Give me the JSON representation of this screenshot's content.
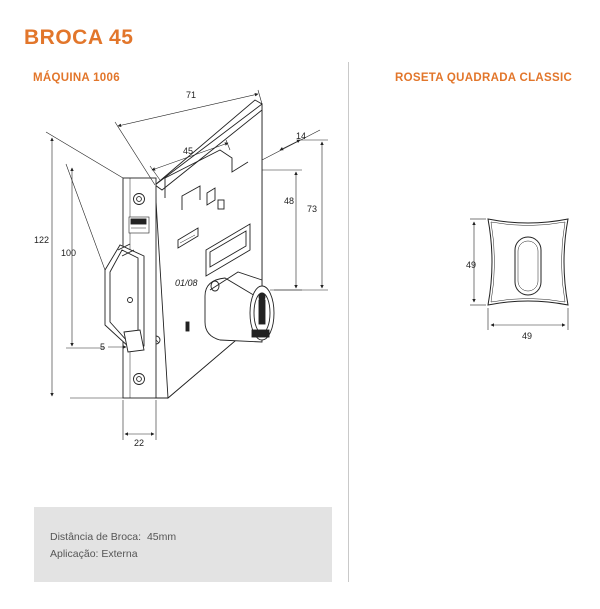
{
  "header": {
    "title": "BROCA 45"
  },
  "left_section": {
    "title": "MÁQUINA 1006",
    "dimensions": {
      "d71": "71",
      "d14": "14",
      "d45": "45",
      "d48": "48",
      "d73": "73",
      "d122": "122",
      "d100": "100",
      "d5": "5",
      "d22": "22"
    },
    "markings": {
      "code": "01/08"
    }
  },
  "right_section": {
    "title": "ROSETA QUADRADA CLASSIC",
    "dimensions": {
      "height": "49",
      "width": "49"
    }
  },
  "info": {
    "broca_label": "Distância de Broca:",
    "broca_value": "45mm",
    "aplicacao_label": "Aplicação:",
    "aplicacao_value": "Externa"
  },
  "colors": {
    "accent": "#e2762b",
    "panel": "#e3e3e3",
    "divider": "#c9c9c9",
    "line": "#222222"
  }
}
